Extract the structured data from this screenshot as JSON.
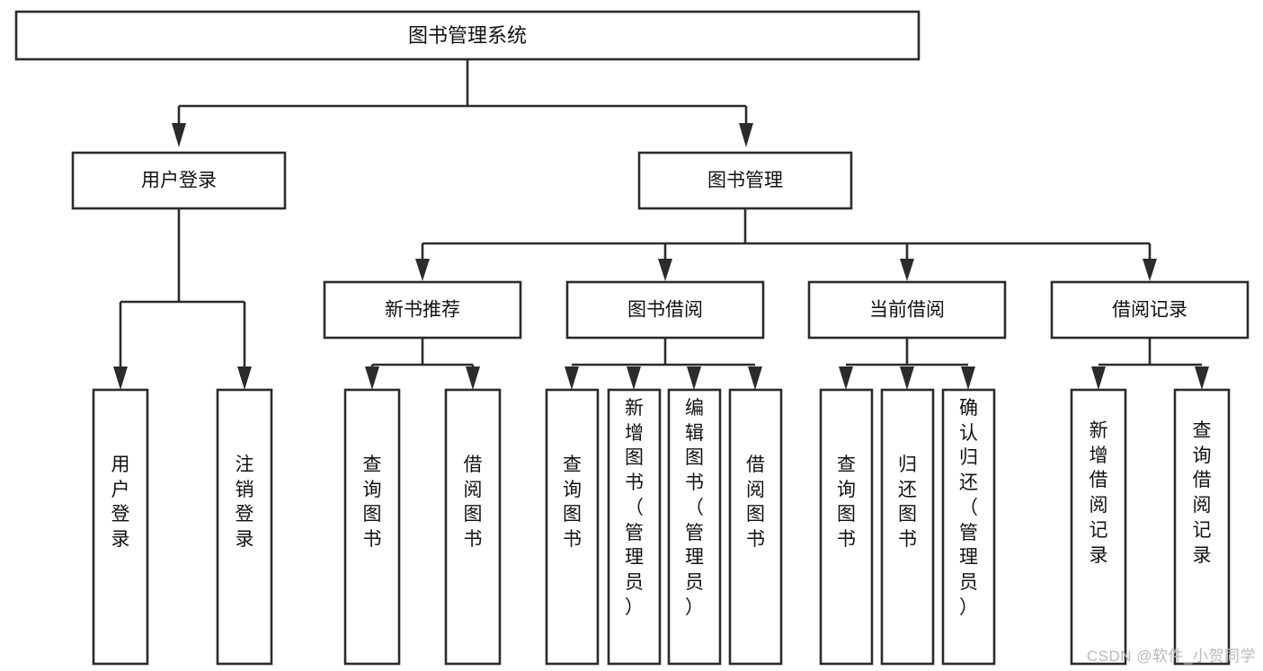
{
  "diagram": {
    "type": "tree-hierarchy",
    "title": "图书管理系统",
    "orientation": "top-down",
    "colors": {
      "box_stroke": "#2b2b2b",
      "box_fill": "#ffffff",
      "connector": "#2b2b2b",
      "text": "#111111",
      "watermark": "#b9b9b9",
      "background": "#ffffff"
    },
    "root": {
      "label": "图书管理系统"
    },
    "level2": [
      {
        "label": "用户登录"
      },
      {
        "label": "图书管理"
      }
    ],
    "level3": [
      {
        "label": "新书推荐"
      },
      {
        "label": "图书借阅"
      },
      {
        "label": "当前借阅"
      },
      {
        "label": "借阅记录"
      }
    ],
    "leaves": {
      "user_login": [
        {
          "label": "用户登录"
        },
        {
          "label": "注销登录"
        }
      ],
      "new_book_recommend": [
        {
          "label": "查询图书"
        },
        {
          "label": "借阅图书"
        }
      ],
      "book_borrow": [
        {
          "label": "查询图书"
        },
        {
          "label": "新增图书（管理员）"
        },
        {
          "label": "编辑图书（管理员）"
        },
        {
          "label": "借阅图书"
        }
      ],
      "current_borrow": [
        {
          "label": "查询图书"
        },
        {
          "label": "归还图书"
        },
        {
          "label": "确认归还（管理员）"
        }
      ],
      "borrow_records": [
        {
          "label": "新增借阅记录"
        },
        {
          "label": "查询借阅记录"
        }
      ]
    }
  },
  "watermark": {
    "text": "CSDN @软件_小贺同学"
  }
}
